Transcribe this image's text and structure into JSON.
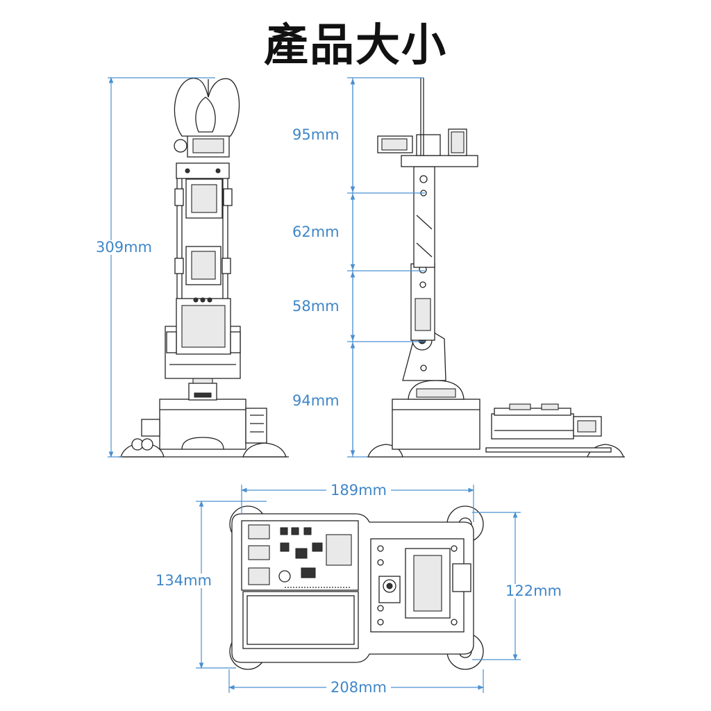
{
  "title": "產品大小",
  "colors": {
    "dimension": "#3f86c8",
    "line": "#222222",
    "title": "#111111"
  },
  "front_view": {
    "overall_height": "309mm"
  },
  "side_view": {
    "segments": [
      "95mm",
      "62mm",
      "58mm",
      "94mm"
    ]
  },
  "top_view": {
    "top_width": "189mm",
    "bottom_width": "208mm",
    "left_height": "134mm",
    "right_height": "122mm"
  }
}
